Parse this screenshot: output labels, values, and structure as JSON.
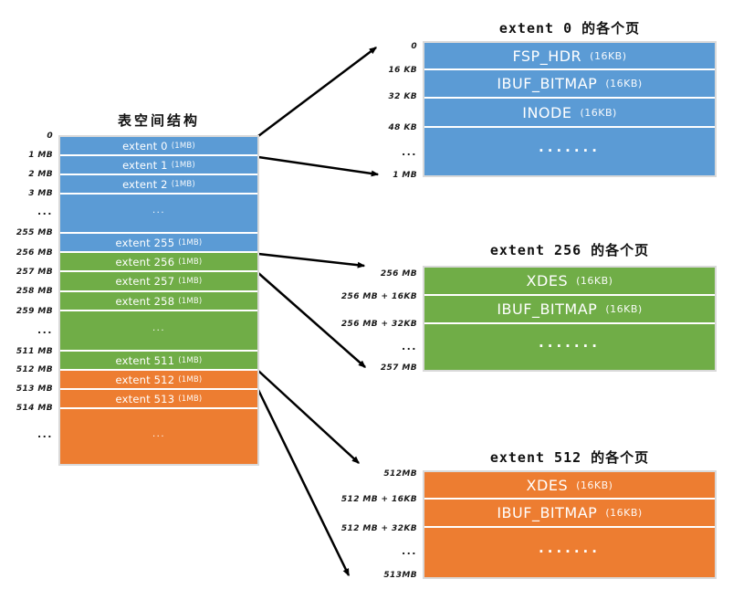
{
  "colors": {
    "blue": "#5B9BD5",
    "green": "#70AD47",
    "orange": "#ED7D31",
    "arrow": "#000000"
  },
  "tablespace": {
    "title": "表空间结构",
    "axis_labels": [
      "0",
      "1 MB",
      "2 MB",
      "3 MB",
      "...",
      "255 MB",
      "256 MB",
      "257 MB",
      "258 MB",
      "259 MB",
      "...",
      "511 MB",
      "512 MB",
      "513 MB",
      "514 MB",
      "..."
    ],
    "rows": [
      {
        "label": "extent 0",
        "size": "(1MB)",
        "section": "blue"
      },
      {
        "label": "extent 1",
        "size": "(1MB)",
        "section": "blue"
      },
      {
        "label": "extent 2",
        "size": "(1MB)",
        "section": "blue"
      },
      {
        "label": "...",
        "size": "",
        "section": "blue"
      },
      {
        "label": "extent 255",
        "size": "(1MB)",
        "section": "blue"
      },
      {
        "label": "extent 256",
        "size": "(1MB)",
        "section": "green"
      },
      {
        "label": "extent 257",
        "size": "(1MB)",
        "section": "green"
      },
      {
        "label": "extent 258",
        "size": "(1MB)",
        "section": "green"
      },
      {
        "label": "...",
        "size": "",
        "section": "green"
      },
      {
        "label": "extent 511",
        "size": "(1MB)",
        "section": "green"
      },
      {
        "label": "extent 512",
        "size": "(1MB)",
        "section": "orange"
      },
      {
        "label": "extent 513",
        "size": "(1MB)",
        "section": "orange"
      },
      {
        "label": "...",
        "size": "",
        "section": "orange"
      }
    ]
  },
  "page_boxes": [
    {
      "title": "extent 0 的各个页",
      "section": "blue",
      "axis_labels": [
        "0",
        "16 KB",
        "32 KB",
        "48 KB",
        "...",
        "1 MB"
      ],
      "rows": [
        {
          "label": "FSP_HDR",
          "size": "(16KB)"
        },
        {
          "label": "IBUF_BITMAP",
          "size": "(16KB)"
        },
        {
          "label": "INODE",
          "size": "(16KB)"
        },
        {
          "label": ".......",
          "size": ""
        }
      ]
    },
    {
      "title": "extent 256 的各个页",
      "section": "green",
      "axis_labels": [
        "256 MB",
        "256 MB + 16KB",
        "256 MB + 32KB",
        "...",
        "257 MB"
      ],
      "rows": [
        {
          "label": "XDES",
          "size": "(16KB)"
        },
        {
          "label": "IBUF_BITMAP",
          "size": "(16KB)"
        },
        {
          "label": ".......",
          "size": ""
        }
      ]
    },
    {
      "title": "extent 512 的各个页",
      "section": "orange",
      "axis_labels": [
        "512MB",
        "512 MB + 16KB",
        "512 MB + 32KB",
        "...",
        "513MB"
      ],
      "rows": [
        {
          "label": "XDES",
          "size": "(16KB)"
        },
        {
          "label": "IBUF_BITMAP",
          "size": "(16KB)"
        },
        {
          "label": ".......",
          "size": ""
        }
      ]
    }
  ],
  "connections": [
    {
      "from": "extent 0 top",
      "to": "extent-0-pages top"
    },
    {
      "from": "extent 0 bottom",
      "to": "extent-0-pages bottom (1 MB)"
    },
    {
      "from": "extent 256 top",
      "to": "extent-256-pages top (256 MB)"
    },
    {
      "from": "extent 256 bottom",
      "to": "extent-256-pages bottom (257 MB)"
    },
    {
      "from": "extent 512 top",
      "to": "extent-512-pages top (512MB)"
    },
    {
      "from": "extent 512 bottom",
      "to": "extent-512-pages bottom (513MB)"
    }
  ]
}
